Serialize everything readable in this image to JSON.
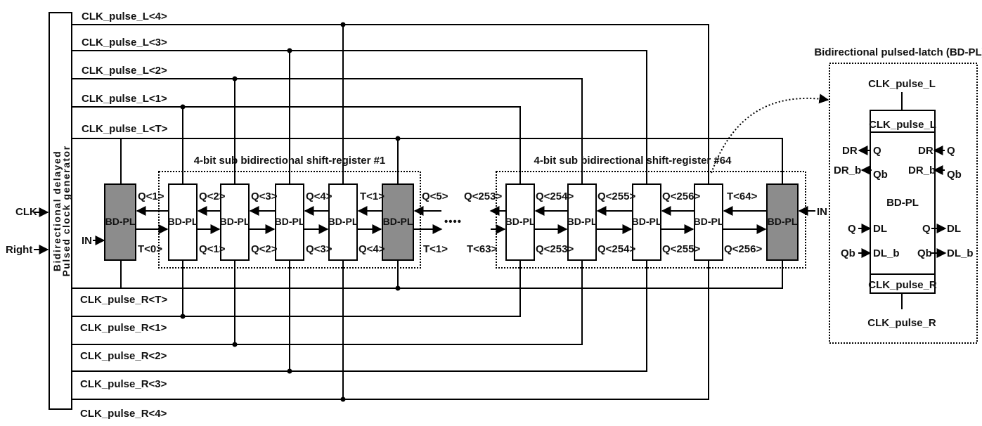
{
  "generator": {
    "line1": "Bidirectional delayed",
    "line2": "Pulsed clock generator"
  },
  "inputs": {
    "clk": "CLK",
    "right": "Right",
    "in_left": "IN",
    "in_right": "IN"
  },
  "clock_lines_left": [
    "CLK_pulse_L<4>",
    "CLK_pulse_L<3>",
    "CLK_pulse_L<2>",
    "CLK_pulse_L<1>",
    "CLK_pulse_L<T>"
  ],
  "clock_lines_right": [
    "CLK_pulse_R<T>",
    "CLK_pulse_R<1>",
    "CLK_pulse_R<2>",
    "CLK_pulse_R<3>",
    "CLK_pulse_R<4>"
  ],
  "subregister_1": {
    "title": "4-bit sub bidirectional shift-register #1",
    "block_label": "BD-PL",
    "top_labels": [
      "Q<1>",
      "Q<2>",
      "Q<3>",
      "Q<4>",
      "T<1>",
      "Q<5>"
    ],
    "bottom_labels": [
      "T<0>",
      "Q<1>",
      "Q<2>",
      "Q<3>",
      "Q<4>",
      "T<1>"
    ]
  },
  "ellipsis": "••••",
  "subregister_64": {
    "title": "4-bit sub bidirectional shift-register #64",
    "block_label": "BD-PL",
    "top_labels": [
      "Q<253>",
      "Q<254>",
      "Q<255>",
      "Q<256>",
      "T<64>"
    ],
    "bottom_labels": [
      "T<63>",
      "Q<253>",
      "Q<254>",
      "Q<255>",
      "Q<256>"
    ]
  },
  "detail": {
    "title": "Bidirectional pulsed-latch (BD-PL)",
    "clk_top": "CLK_pulse_L",
    "clk_bottom": "CLK_pulse_R",
    "inner_top": "CLK_pulse_L",
    "inner_bottom": "CLK_pulse_R",
    "center": "BD-PL",
    "pin_q_left": "Q",
    "pin_qb_left": "Qb",
    "pin_dl": "DL",
    "pin_dl_b": "DL_b",
    "ext_dr_left": "DR",
    "ext_dr_b_left": "DR_b",
    "ext_q_left": "Q",
    "ext_qb_left": "Qb",
    "pin_dr": "DR",
    "pin_dr_b": "DR_b",
    "ext_q_right": "Q",
    "ext_qb_right": "Qb",
    "pin_q_right": "Q",
    "pin_qb_right": "Qb",
    "ext_dl": "DL",
    "ext_dl_b": "DL_b"
  }
}
